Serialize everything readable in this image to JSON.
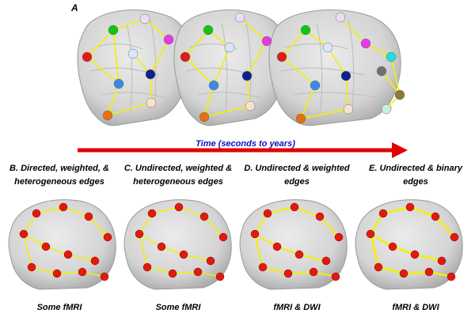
{
  "panel_a": {
    "label": "A",
    "time_axis_label": "Time (seconds to years)"
  },
  "panels": [
    {
      "title": "B. Directed, weighted, & heterogeneous edges",
      "caption": "Some fMRI"
    },
    {
      "title": "C. Undirected, weighted & heterogeneous edges",
      "caption": "Some fMRI"
    },
    {
      "title": "D. Undirected & weighted edges",
      "caption": "fMRI & DWI"
    },
    {
      "title": "E. Undirected & binary edges",
      "caption": "fMRI & DWI"
    }
  ],
  "colors": {
    "brain_fill": "#d8d8d8",
    "brain_shade": "#b5b5b5",
    "edge": "#f4f000",
    "arrow_red": "#e00000",
    "node_red": "#e21a0e",
    "time_text": "#1010c0"
  },
  "node_colors_top": [
    "#13c513",
    "#e11a1a",
    "#e36f16",
    "#3a89e8",
    "#0d1f91",
    "#f5e2d0",
    "#ecdcf7",
    "#d8e6f8",
    "#e33be6"
  ],
  "extra_node_colors_top": [
    "#1de0e0",
    "#707070",
    "#8a7a3a",
    "#c7f0e0"
  ]
}
